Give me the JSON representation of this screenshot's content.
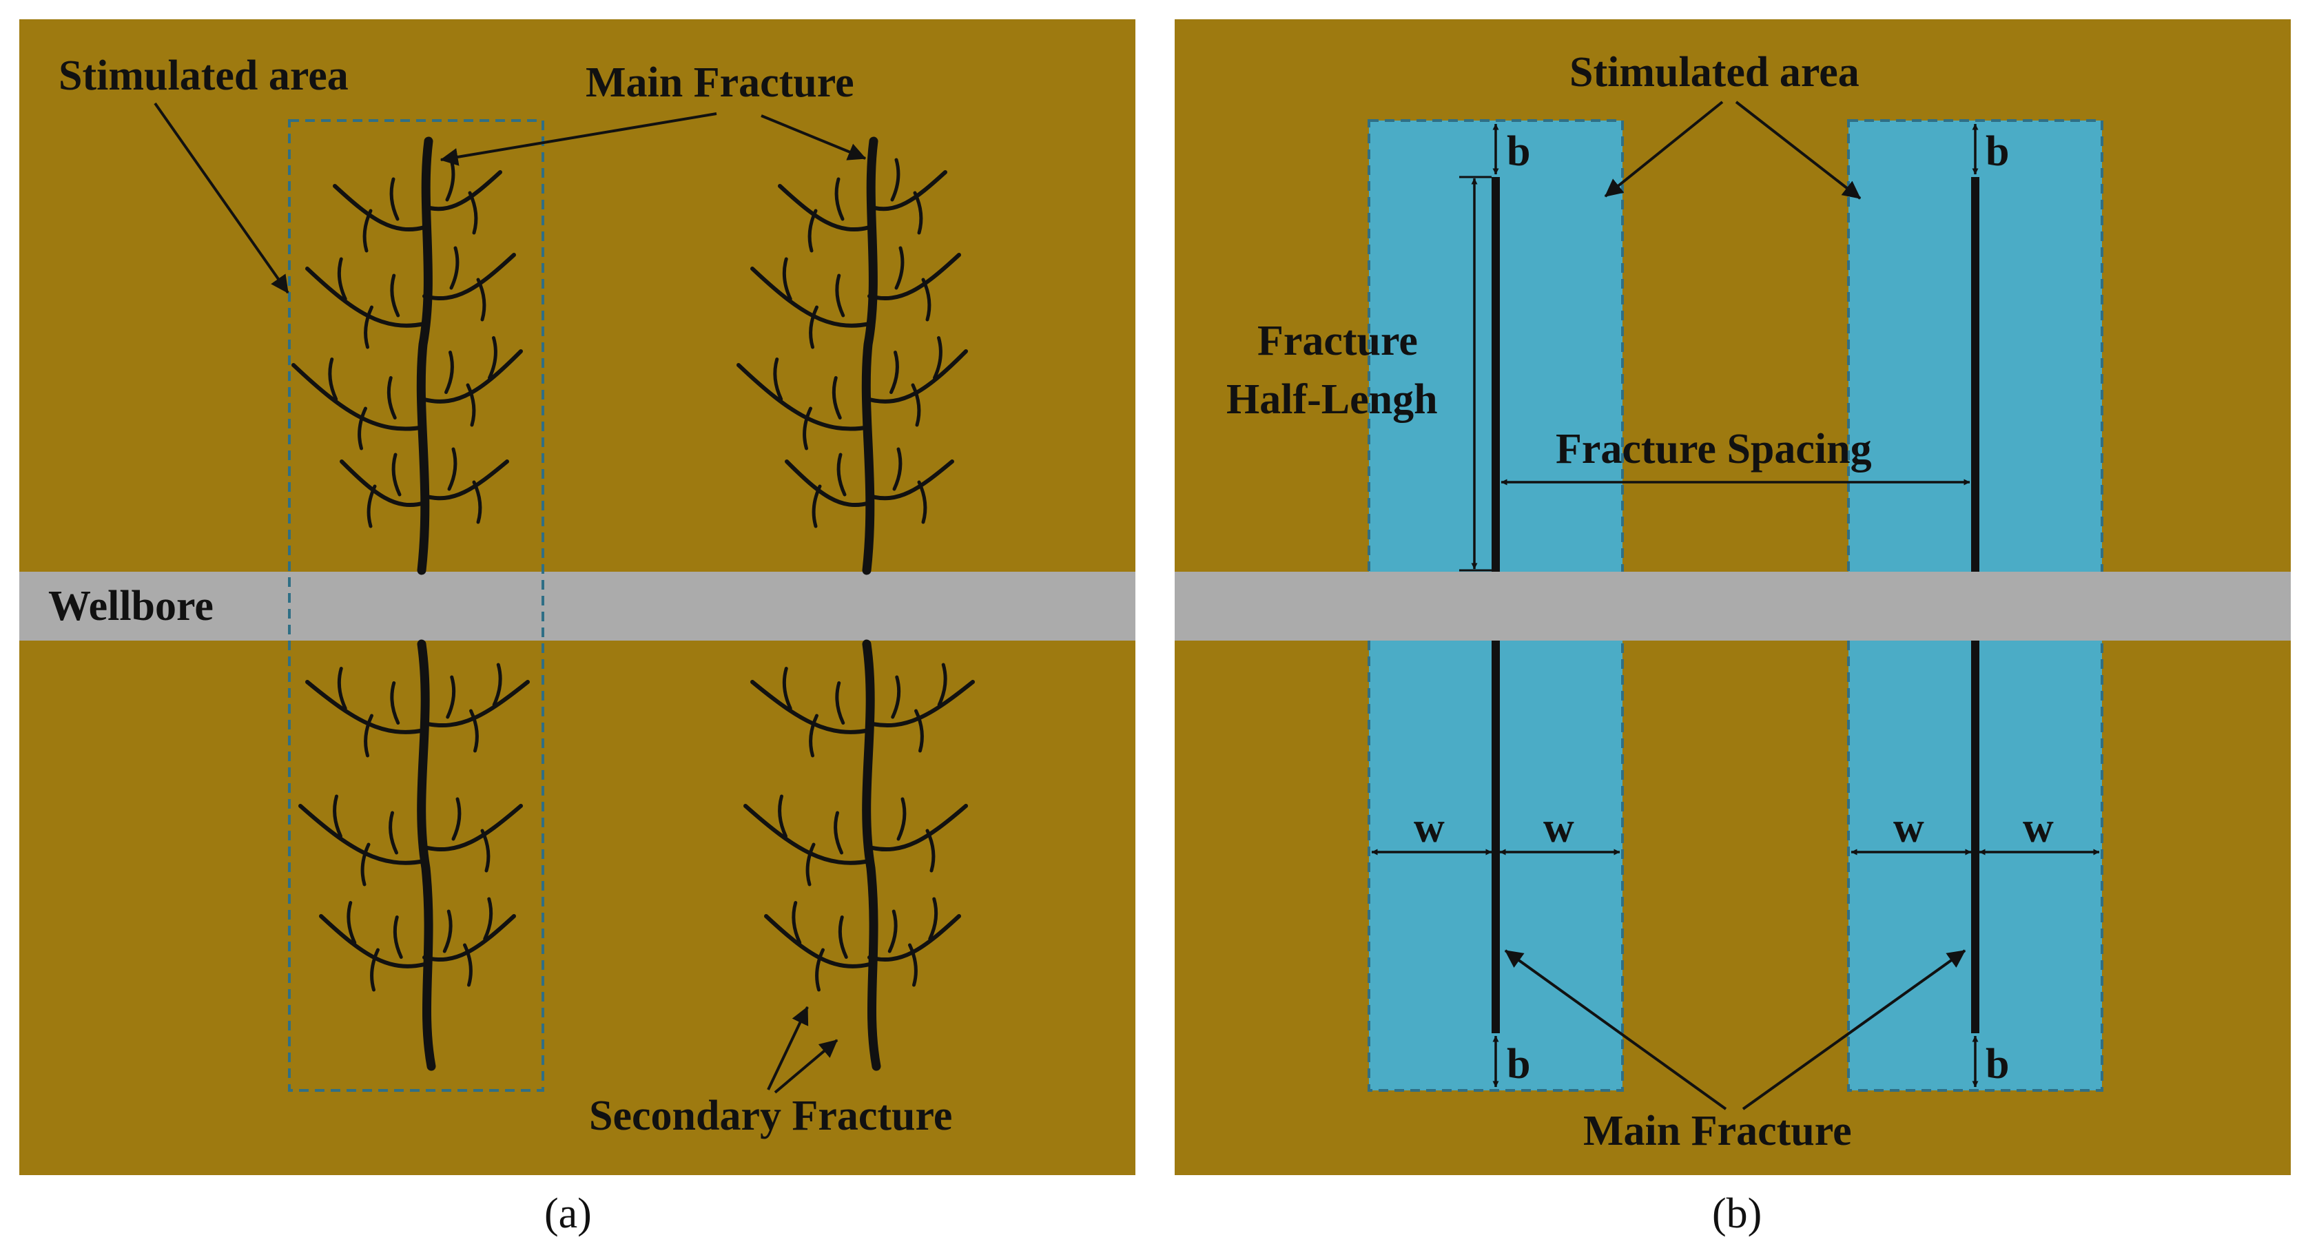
{
  "colors": {
    "formation": "#9e7a10",
    "wellbore": "#ababab",
    "stimulated": "#4bacc6",
    "dash": "#2f6f86",
    "ink": "#111111"
  },
  "panel_a": {
    "caption": "(a)",
    "wellbore_label": "Wellbore",
    "stimulated_label": "Stimulated area",
    "main_fracture_label": "Main Fracture",
    "secondary_fracture_label": "Secondary Fracture"
  },
  "panel_b": {
    "caption": "(b)",
    "stimulated_label": "Stimulated area",
    "half_length_label_1": "Fracture",
    "half_length_label_2": "Half-Lengh",
    "spacing_label": "Fracture Spacing",
    "main_fracture_label": "Main Fracture",
    "b_label": "b",
    "w_label": "w"
  }
}
